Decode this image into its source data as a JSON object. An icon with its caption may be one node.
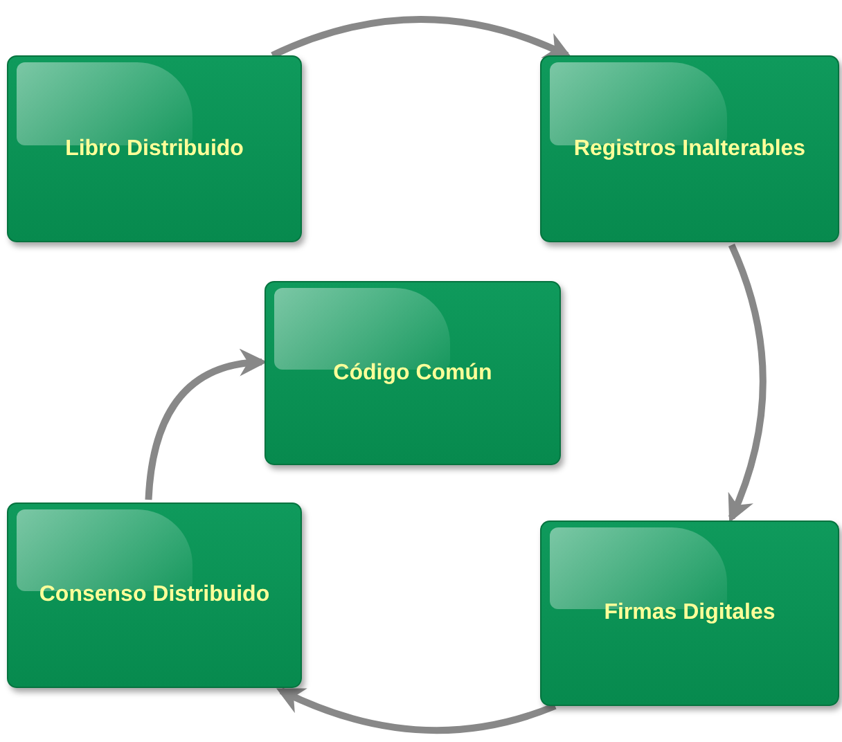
{
  "diagram": {
    "nodes": [
      {
        "text": [
          "Libro Distribuido"
        ]
      },
      {
        "text": [
          "Registros Inalterables"
        ]
      },
      {
        "text": [
          "Código Común"
        ]
      },
      {
        "text": [
          "Consenso Distribuido"
        ]
      },
      {
        "text": [
          "Firmas Digitales"
        ]
      }
    ],
    "edges": [
      {
        "from": 0,
        "to": 1,
        "arrow": "to"
      },
      {
        "from": 1,
        "to": 4,
        "arrow": "to"
      },
      {
        "from": 4,
        "to": 3,
        "arrow": "to"
      },
      {
        "from": 3,
        "to": 2,
        "arrow": "to"
      }
    ]
  }
}
